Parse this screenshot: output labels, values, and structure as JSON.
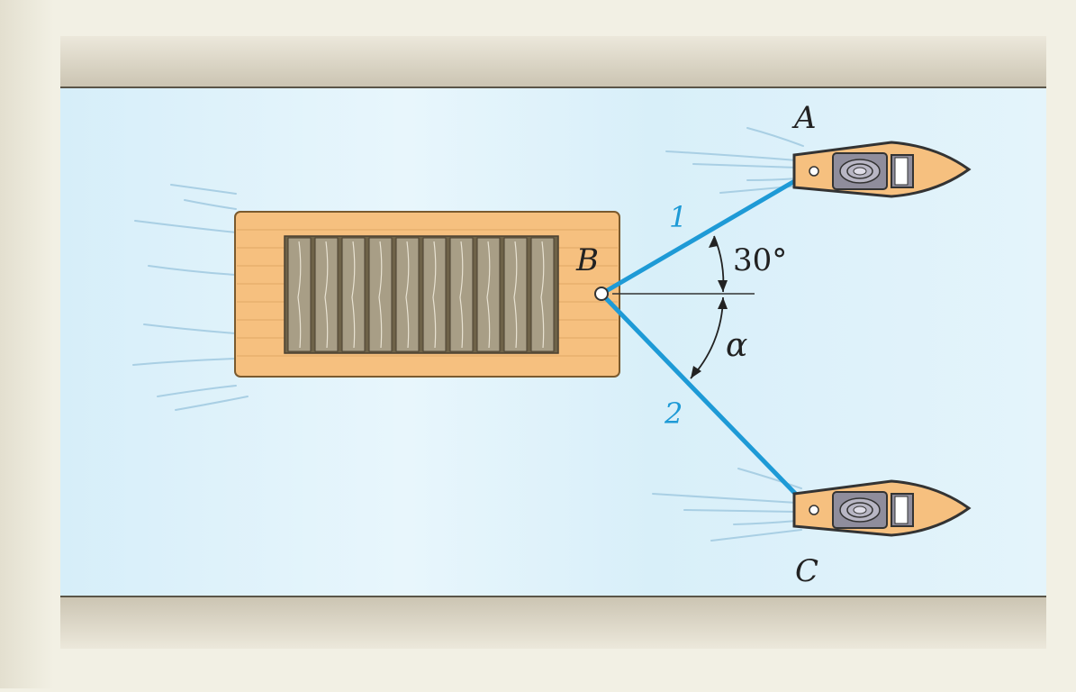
{
  "labels": {
    "point_a": "A",
    "point_b": "B",
    "point_c": "C",
    "cable_1": "1",
    "cable_2": "2",
    "angle_30": "30°",
    "angle_alpha": "α"
  },
  "colors": {
    "cable": "#1e9ad6",
    "water": "#dcf0fa",
    "barge": "#f6c07f",
    "cargo": "#8c7e62",
    "bank": "#d7d1c1",
    "frame": "#f2f0e4"
  }
}
